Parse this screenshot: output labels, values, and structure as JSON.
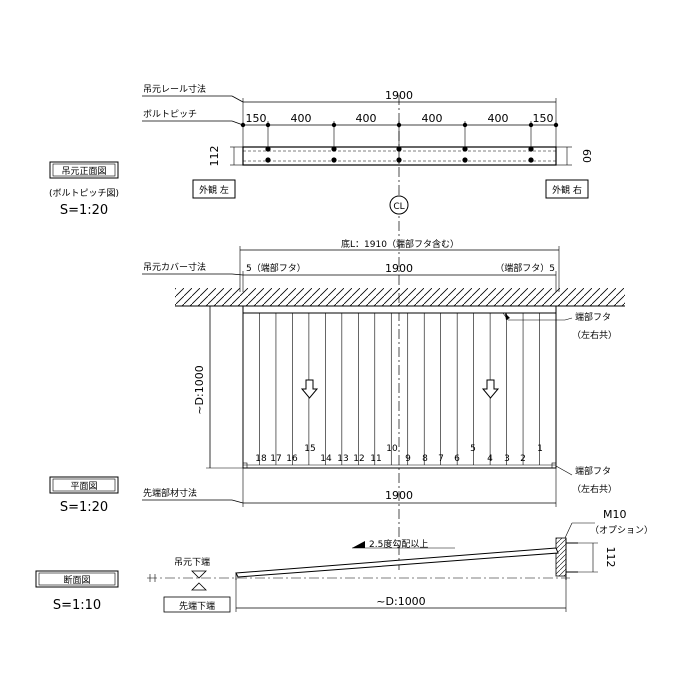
{
  "top": {
    "rail_dim_label": "吊元レール寸法",
    "bolt_pitch_label": "ボルトピッチ",
    "total": "1900",
    "pitch": [
      "150",
      "400",
      "400",
      "400",
      "400",
      "150"
    ],
    "height": "112",
    "side_dim": "60",
    "view_left": "外観 左",
    "view_right": "外観 右",
    "centerline": "CL",
    "title_line1": "吊元正面図",
    "title_line2": "(ボルトピッチ図)",
    "scale": "S=1:20"
  },
  "plan": {
    "bottom_l": "底L：1910（端部フタ含む）",
    "cover_label": "吊元カバー寸法",
    "five_left": "5（端部フタ）",
    "five_right": "（端部フタ）5",
    "total": "1900",
    "depth": "~D:1000",
    "endcap_top": "端部フタ",
    "endcap_top_sub": "（左右共）",
    "endcap_bottom": "端部フタ",
    "endcap_bottom_sub": "（左右共）",
    "slat_numbers": [
      "18",
      "17",
      "16",
      "15",
      "14",
      "13",
      "12",
      "11",
      "10",
      "9",
      "8",
      "7",
      "6",
      "5",
      "4",
      "3",
      "2",
      "1"
    ],
    "tip_label": "先端部材寸法",
    "tip_total": "1900",
    "title": "平面図",
    "scale": "S=1:20"
  },
  "section": {
    "slope": "2.5度勾配以上",
    "m10": "M10",
    "option": "（オプション）",
    "height": "112",
    "root_bottom": "吊元下端",
    "tip_bottom": "先端下端",
    "depth": "~D:1000",
    "title": "断面図",
    "scale": "S=1:10"
  }
}
